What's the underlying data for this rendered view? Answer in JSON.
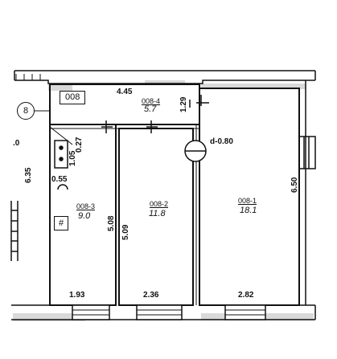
{
  "flat_number": "008",
  "axis_marker": "8",
  "rooms": [
    {
      "id": "008-4",
      "area": "5.7"
    },
    {
      "id": "008-3",
      "area": "9.0"
    },
    {
      "id": "008-2",
      "area": "11.8"
    },
    {
      "id": "008-1",
      "area": "18.1"
    }
  ],
  "dimensions": {
    "corridor_width": "4.45",
    "corridor_depth": "1.29",
    "left_wall_length": "6.35",
    "outer_left_value": ".0",
    "kitchen_stove_width": "1.05",
    "kitchen_small": "0.27",
    "kitchen_sink": "0.55",
    "room3_width": "1.93",
    "room2_width": "2.36",
    "room1_width": "2.82",
    "partition_left": "5.08",
    "partition_right": "5.09",
    "right_wall_length": "6.50"
  },
  "riser": {
    "label": "d-0.80"
  },
  "fixture_glyph": "#"
}
